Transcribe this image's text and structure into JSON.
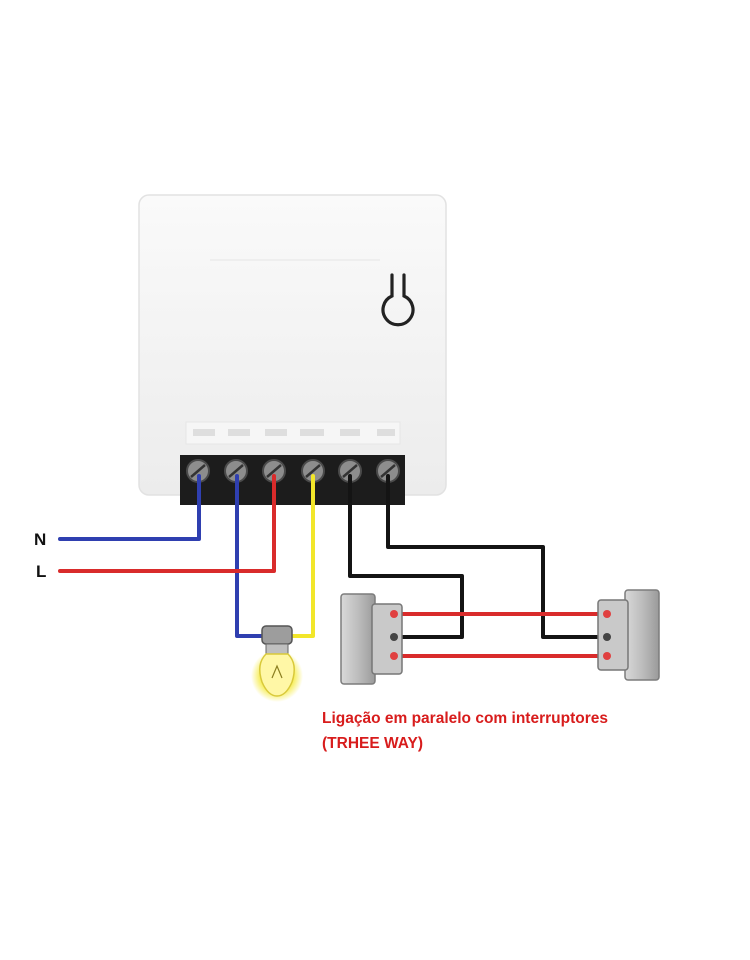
{
  "labels": {
    "neutral": "N",
    "line": "L"
  },
  "caption": {
    "line1": "Ligação em paralelo com interruptores",
    "line2": "(TRHEE WAY)"
  },
  "colors": {
    "neutral_wire": "#2f3fb0",
    "line_wire": "#d92b2b",
    "lamp_wire": "#f2e62a",
    "switch_wire": "#141414",
    "traveler_wire": "#d92b2b",
    "caption": "#d81c1c",
    "device_body": "#f3f3f3",
    "terminal_block": "#1c1c1c"
  },
  "icons": {
    "device": "smart-relay-module",
    "pairing_button": "button-icon",
    "lamp": "light-bulb-icon",
    "switch": "three-way-switch-icon"
  }
}
